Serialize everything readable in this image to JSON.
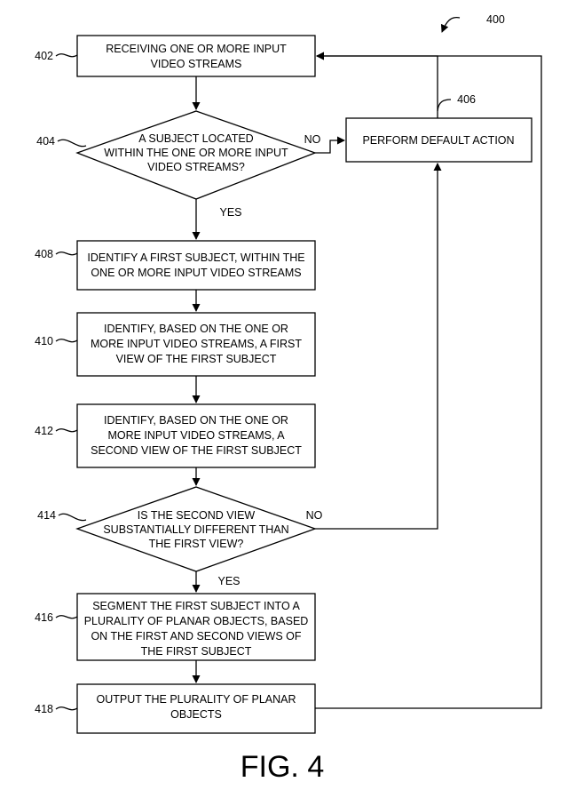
{
  "figure_number": "400",
  "figure_caption": "FIG. 4",
  "steps": [
    {
      "ref": "402",
      "lines": [
        "RECEIVING ONE OR MORE INPUT",
        "VIDEO STREAMS"
      ]
    },
    {
      "ref": "404",
      "lines": [
        "A SUBJECT LOCATED",
        "WITHIN THE ONE OR MORE INPUT",
        "VIDEO STREAMS?"
      ]
    },
    {
      "ref": "406",
      "lines": [
        "PERFORM DEFAULT ACTION"
      ]
    },
    {
      "ref": "408",
      "lines": [
        "IDENTIFY A FIRST SUBJECT, WITHIN THE",
        "ONE OR MORE INPUT VIDEO STREAMS"
      ]
    },
    {
      "ref": "410",
      "lines": [
        "IDENTIFY, BASED ON THE ONE OR",
        "MORE INPUT VIDEO STREAMS, A FIRST",
        "VIEW OF THE FIRST SUBJECT"
      ]
    },
    {
      "ref": "412",
      "lines": [
        "IDENTIFY, BASED ON THE ONE OR",
        "MORE INPUT VIDEO STREAMS, A",
        "SECOND VIEW OF THE FIRST SUBJECT"
      ]
    },
    {
      "ref": "414",
      "lines": [
        "IS THE SECOND VIEW",
        "SUBSTANTIALLY DIFFERENT THAN",
        "THE FIRST VIEW?"
      ]
    },
    {
      "ref": "416",
      "lines": [
        "SEGMENT THE FIRST SUBJECT INTO A",
        "PLURALITY OF PLANAR OBJECTS, BASED",
        "ON THE FIRST AND SECOND VIEWS OF",
        "THE FIRST SUBJECT"
      ]
    },
    {
      "ref": "418",
      "lines": [
        "OUTPUT THE PLURALITY OF PLANAR",
        "OBJECTS"
      ]
    }
  ],
  "edge_labels": {
    "no_1": "NO",
    "yes_1": "YES",
    "no_2": "NO",
    "yes_2": "YES"
  }
}
